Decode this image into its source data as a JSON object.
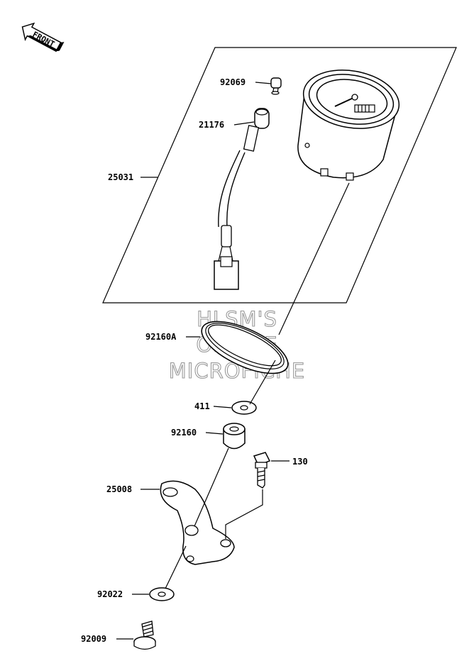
{
  "front_indicator": {
    "label": "FRONT"
  },
  "watermark": {
    "line1": "HLSM'S",
    "line2": "ONLINE",
    "line3": "MICROFICHE"
  },
  "labels": {
    "p92069": "92069",
    "p21176": "21176",
    "p25031": "25031",
    "p92160A": "92160A",
    "p411": "411",
    "p92160": "92160",
    "p130": "130",
    "p25008": "25008",
    "p92022": "92022",
    "p92009": "92009"
  }
}
